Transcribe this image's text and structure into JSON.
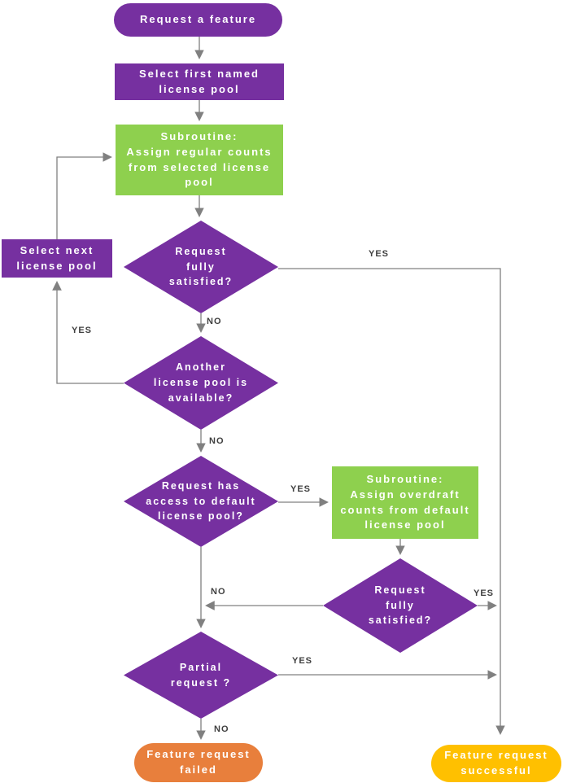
{
  "diagram": {
    "type": "flowchart",
    "colors": {
      "decision_and_process": "#7630A0",
      "subroutine": "#8ED04E",
      "fail_terminator": "#E87F3C",
      "success_terminator": "#FFC000",
      "connector": "#808080",
      "edge_label_text": "#404040",
      "node_text": "#FFFFFF",
      "background": "#FFFFFF"
    }
  },
  "nodes": {
    "start": {
      "label": "Request a feature"
    },
    "select_first_pool": {
      "label": "Select first named\nlicense pool"
    },
    "assign_regular": {
      "label": "Subroutine:\nAssign regular counts\nfrom selected license\npool"
    },
    "fully_satisfied_1": {
      "label": "Request\nfully\nsatisfied?"
    },
    "select_next_pool": {
      "label": "Select next\nlicense pool"
    },
    "another_pool": {
      "label": "Another\nlicense pool is\navailable?"
    },
    "default_access": {
      "label": "Request has\naccess to default\nlicense pool?"
    },
    "assign_overdraft": {
      "label": "Subroutine:\nAssign overdraft\ncounts from default\nlicense pool"
    },
    "fully_satisfied_2": {
      "label": "Request\nfully\nsatisfied?"
    },
    "partial_request": {
      "label": "Partial\nrequest ?"
    },
    "request_failed": {
      "label": "Feature request\nfailed"
    },
    "request_successful": {
      "label": "Feature request\nsuccessful"
    }
  },
  "edge_labels": {
    "fully_satisfied_1_yes": "YES",
    "fully_satisfied_1_no": "NO",
    "another_pool_yes": "YES",
    "another_pool_no": "NO",
    "default_access_yes": "YES",
    "default_access_no": "NO",
    "fully_satisfied_2_yes": "YES",
    "partial_request_yes": "YES",
    "partial_request_no": "NO"
  }
}
